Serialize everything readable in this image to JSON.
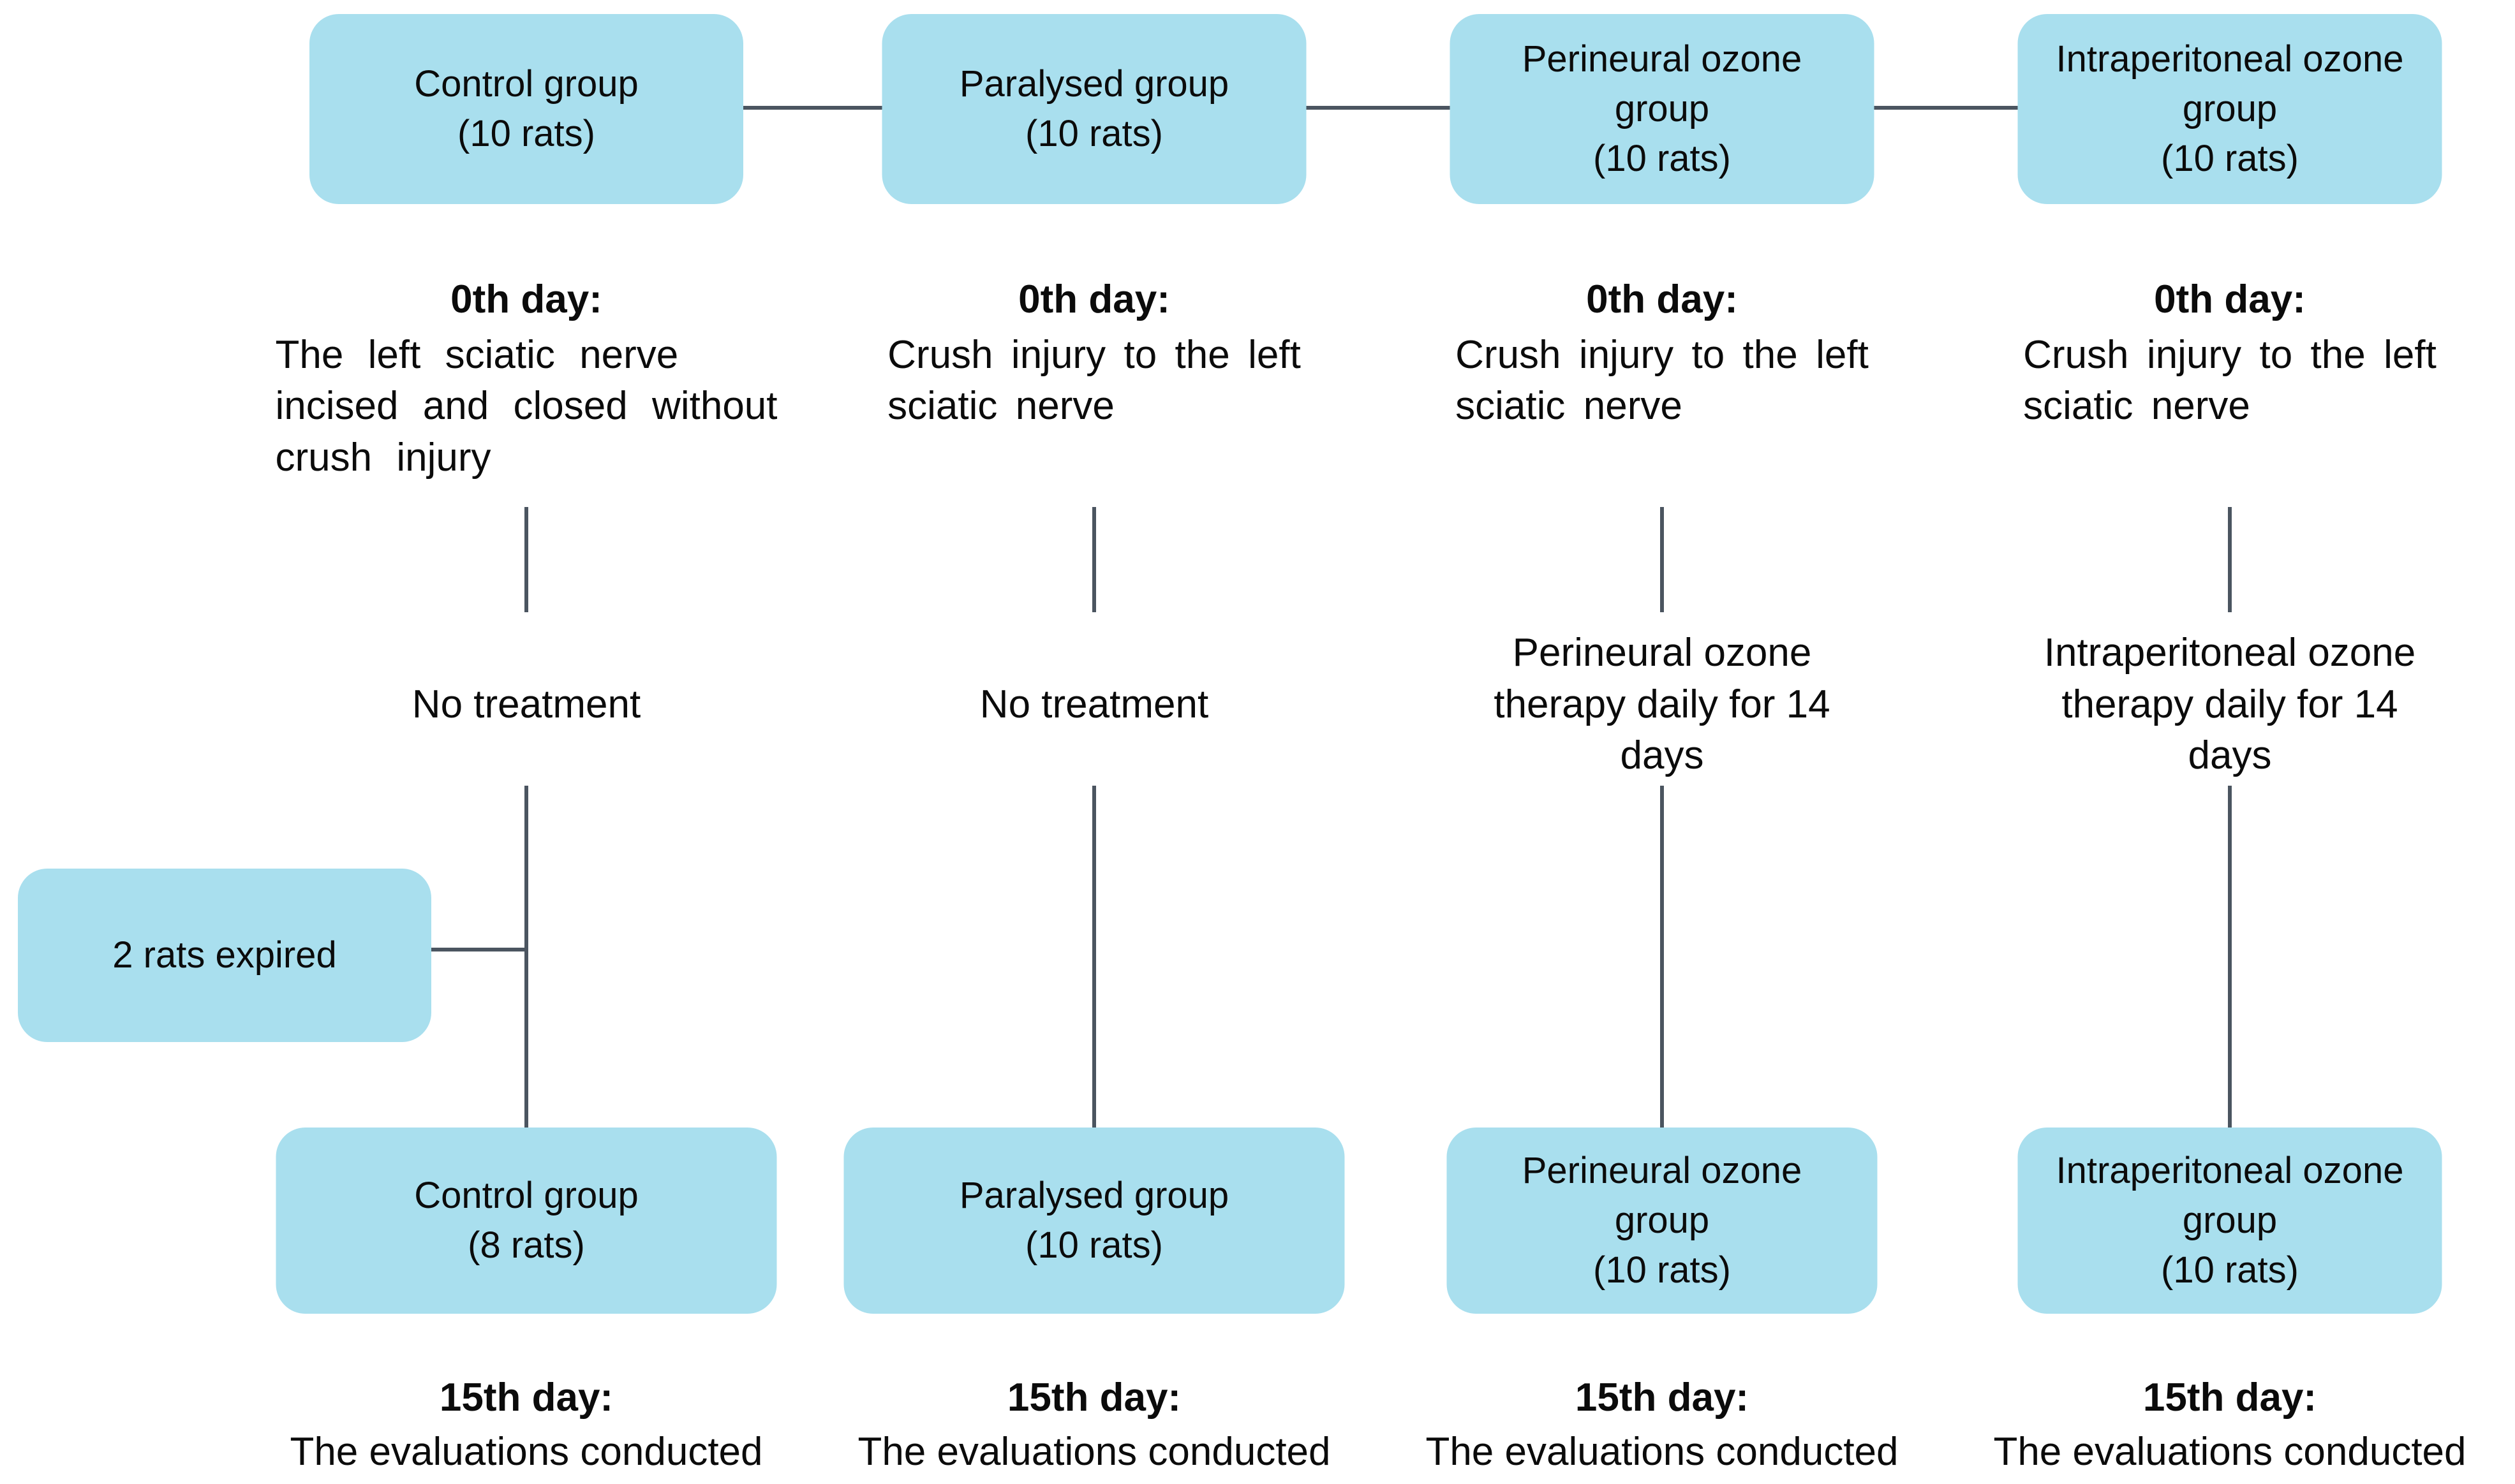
{
  "colors": {
    "box_fill": "#a9dfee",
    "line": "#4b5560",
    "text": "#0b0b0b"
  },
  "expired_box": {
    "label": "2 rats expired"
  },
  "columns": [
    {
      "top_box": "Control group\n(10 rats)",
      "day0_label": "0th day:",
      "day0_text": "The left sciatic nerve\nincised and closed without\ncrush injury",
      "treatment": "No treatment",
      "bottom_box": "Control group\n(8 rats)",
      "day15_label": "15th day:",
      "day15_text": "The evaluations conducted"
    },
    {
      "top_box": "Paralysed group\n(10 rats)",
      "day0_label": "0th day:",
      "day0_text": "Crush injury to the left\nsciatic nerve",
      "treatment": "No treatment",
      "bottom_box": "Paralysed group\n(10 rats)",
      "day15_label": "15th day:",
      "day15_text": "The evaluations conducted"
    },
    {
      "top_box": "Perineural ozone\ngroup\n(10 rats)",
      "day0_label": "0th day:",
      "day0_text": "Crush injury to the left\nsciatic nerve",
      "treatment": "Perineural ozone\ntherapy daily for 14\ndays",
      "bottom_box": "Perineural ozone\ngroup\n(10 rats)",
      "day15_label": "15th day:",
      "day15_text": "The evaluations conducted"
    },
    {
      "top_box": "Intraperitoneal ozone\ngroup\n(10 rats)",
      "day0_label": "0th day:",
      "day0_text": "Crush injury to the left\nsciatic nerve",
      "treatment": "Intraperitoneal ozone\ntherapy daily for 14\ndays",
      "bottom_box": "Intraperitoneal ozone\ngroup\n(10 rats)",
      "day15_label": "15th day:",
      "day15_text": "The evaluations conducted"
    }
  ]
}
